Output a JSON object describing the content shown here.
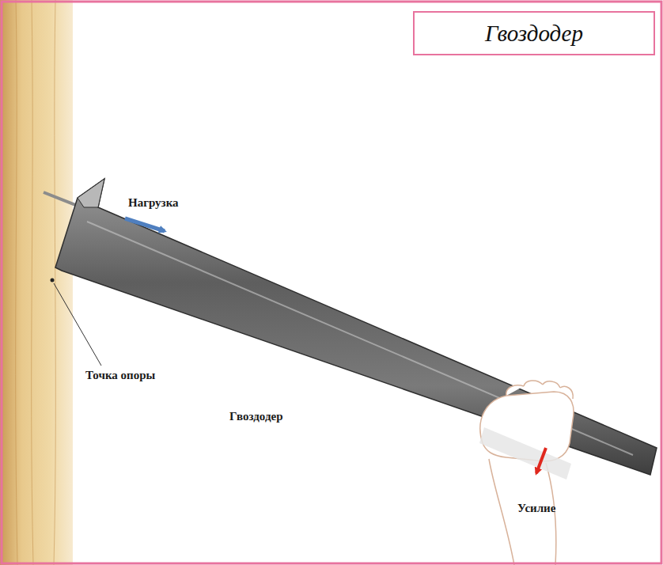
{
  "diagram": {
    "title": "Гвоздодер",
    "labels": [
      "Нагрузка",
      "Точка опоры",
      "Гвоздодер",
      "Усилие"
    ]
  }
}
